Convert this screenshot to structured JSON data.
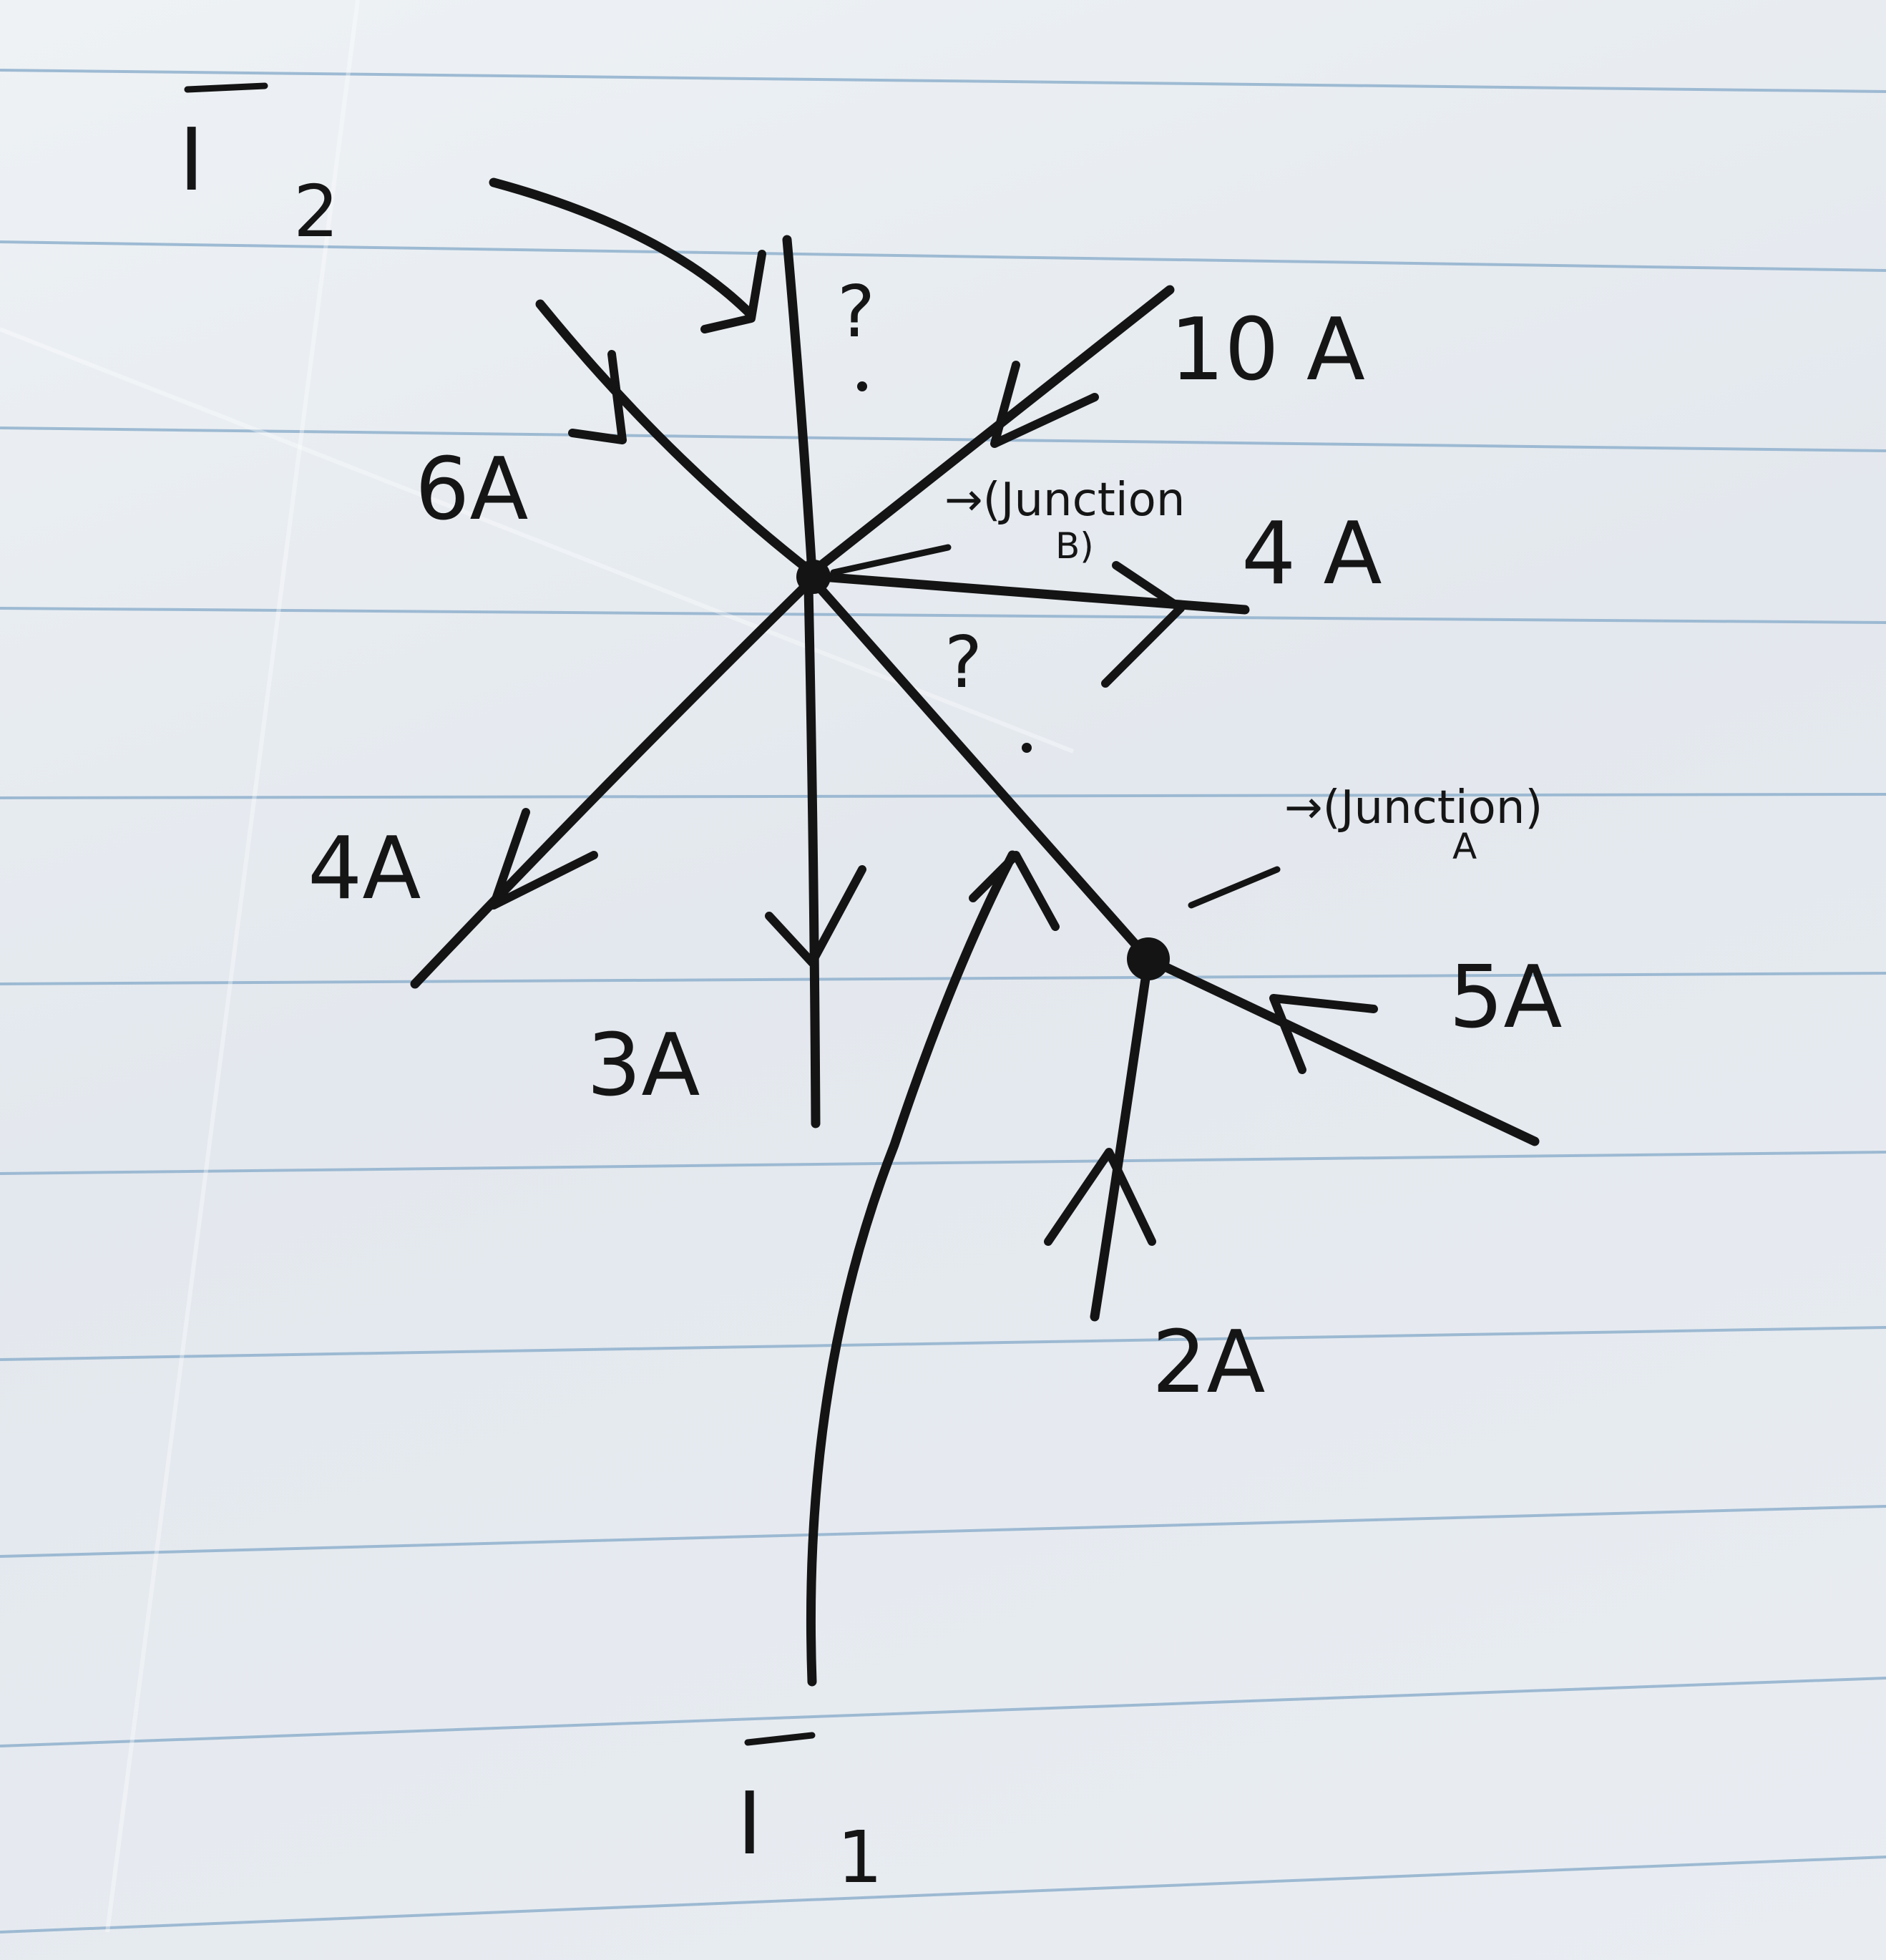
{
  "labels": {
    "i2": "I",
    "i2_sub": "2",
    "i1": "I",
    "i1_sub": "1",
    "q_top": "?",
    "q_right": "?",
    "a10": "10 A",
    "a6": "6A",
    "a4_right": "4 A",
    "a4_left": "4A",
    "a3": "3A",
    "a5": "5A",
    "a2": "2A",
    "junction_b": "→(Junction",
    "junction_b_letter": "B)",
    "junction_a": "→(Junction)",
    "junction_a_letter": "A"
  },
  "colors": {
    "ink": "#141414",
    "paper": "#e8ecf1",
    "rule_lines": "#8fb0cc"
  }
}
